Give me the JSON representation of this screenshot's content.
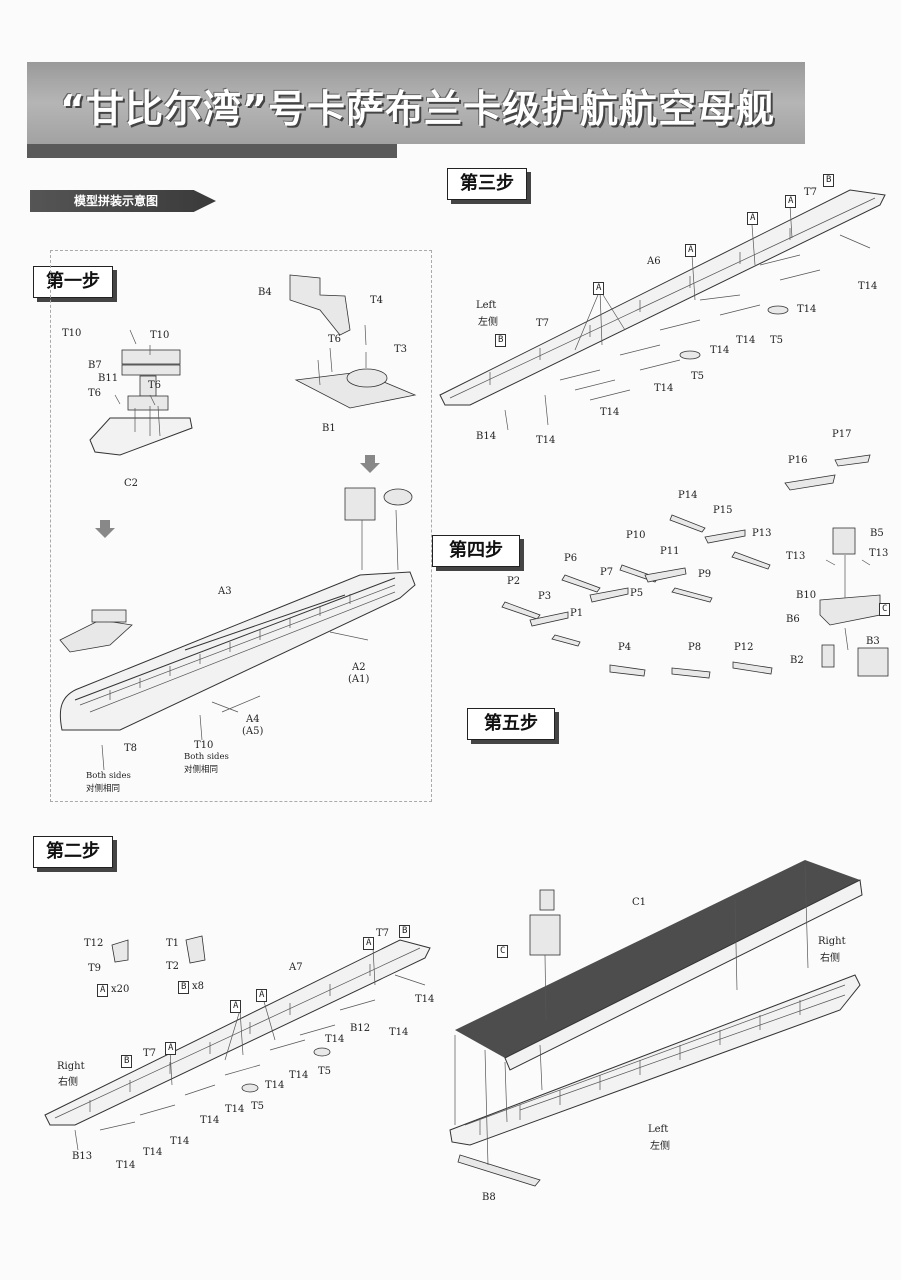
{
  "header": {
    "title": "“甘比尔湾”号卡萨布兰卡级护航航空母舰",
    "subtitle": "模型拼装示意图"
  },
  "steps": {
    "s1": "第一步",
    "s2": "第二步",
    "s3": "第三步",
    "s4": "第四步",
    "s5": "第五步"
  },
  "step1": {
    "labels": {
      "t10a": "T10",
      "t10b": "T10",
      "b7": "B7",
      "b11": "B11",
      "t6a": "T6",
      "t6b": "T6",
      "c2": "C2",
      "b4": "B4",
      "t4": "T4",
      "t6c": "T6",
      "t3": "T3",
      "b1": "B1",
      "a3": "A3",
      "a2": "A2",
      "a1": "(A1)",
      "a4": "A4",
      "a5": "(A5)",
      "t10c": "T10",
      "t8": "T8",
      "both1": "Both sides",
      "both1cn": "对侧相同",
      "both2": "Both sides",
      "both2cn": "对侧相同"
    }
  },
  "step2": {
    "labels": {
      "t12": "T12",
      "t9": "T9",
      "t1": "T1",
      "t2": "T2",
      "boxA": "A",
      "x20": "x20",
      "boxB": "B",
      "x8": "x8",
      "t7a": "T7",
      "bA": "B",
      "a7": "A7",
      "aA": "A",
      "aB": "A",
      "aC": "A",
      "b12": "B12",
      "right": "Right",
      "rightcn": "右侧",
      "b": "B",
      "t7b": "T7",
      "aD": "A",
      "t14a": "T14",
      "t14b": "T14",
      "t14c": "T14",
      "t14d": "T14",
      "t14e": "T14",
      "t14f": "T14",
      "t14g": "T14",
      "t14h": "T14",
      "t14i": "T14",
      "t14j": "T14",
      "t5a": "T5",
      "t5b": "T5",
      "b13": "B13"
    }
  },
  "step3": {
    "labels": {
      "b": "B",
      "t7": "T7",
      "a1": "A",
      "a2": "A",
      "a3": "A",
      "a4": "A",
      "a6": "A6",
      "left": "Left",
      "leftcn": "左侧",
      "t7b": "T7",
      "bb": "B",
      "t14a": "T14",
      "t14b": "T14",
      "t14c": "T14",
      "t14d": "T14",
      "t14e": "T14",
      "t14f": "T14",
      "t14g": "T14",
      "t5a": "T5",
      "t5b": "T5",
      "b14": "B14"
    }
  },
  "step4": {
    "labels": {
      "p17": "P17",
      "p16": "P16",
      "p14": "P14",
      "p15": "P15",
      "p13": "P13",
      "b5": "B5",
      "t13a": "T13",
      "t13b": "T13",
      "p10": "P10",
      "p11": "P11",
      "p9": "P9",
      "p6": "P6",
      "p7": "P7",
      "p5": "P5",
      "p2": "P2",
      "p3": "P3",
      "p1": "P1",
      "b10": "B10",
      "c": "C",
      "b6": "B6",
      "b3": "B3",
      "b2": "B2",
      "p4": "P4",
      "p8": "P8",
      "p12": "P12"
    }
  },
  "step5": {
    "labels": {
      "c1": "C1",
      "c": "C",
      "right": "Right",
      "rightcn": "右侧",
      "left": "Left",
      "leftcn": "左侧",
      "b8": "B8"
    }
  },
  "colors": {
    "banner": "#a6a6a6",
    "deck": "#4d4d4d",
    "ink": "#222222"
  }
}
